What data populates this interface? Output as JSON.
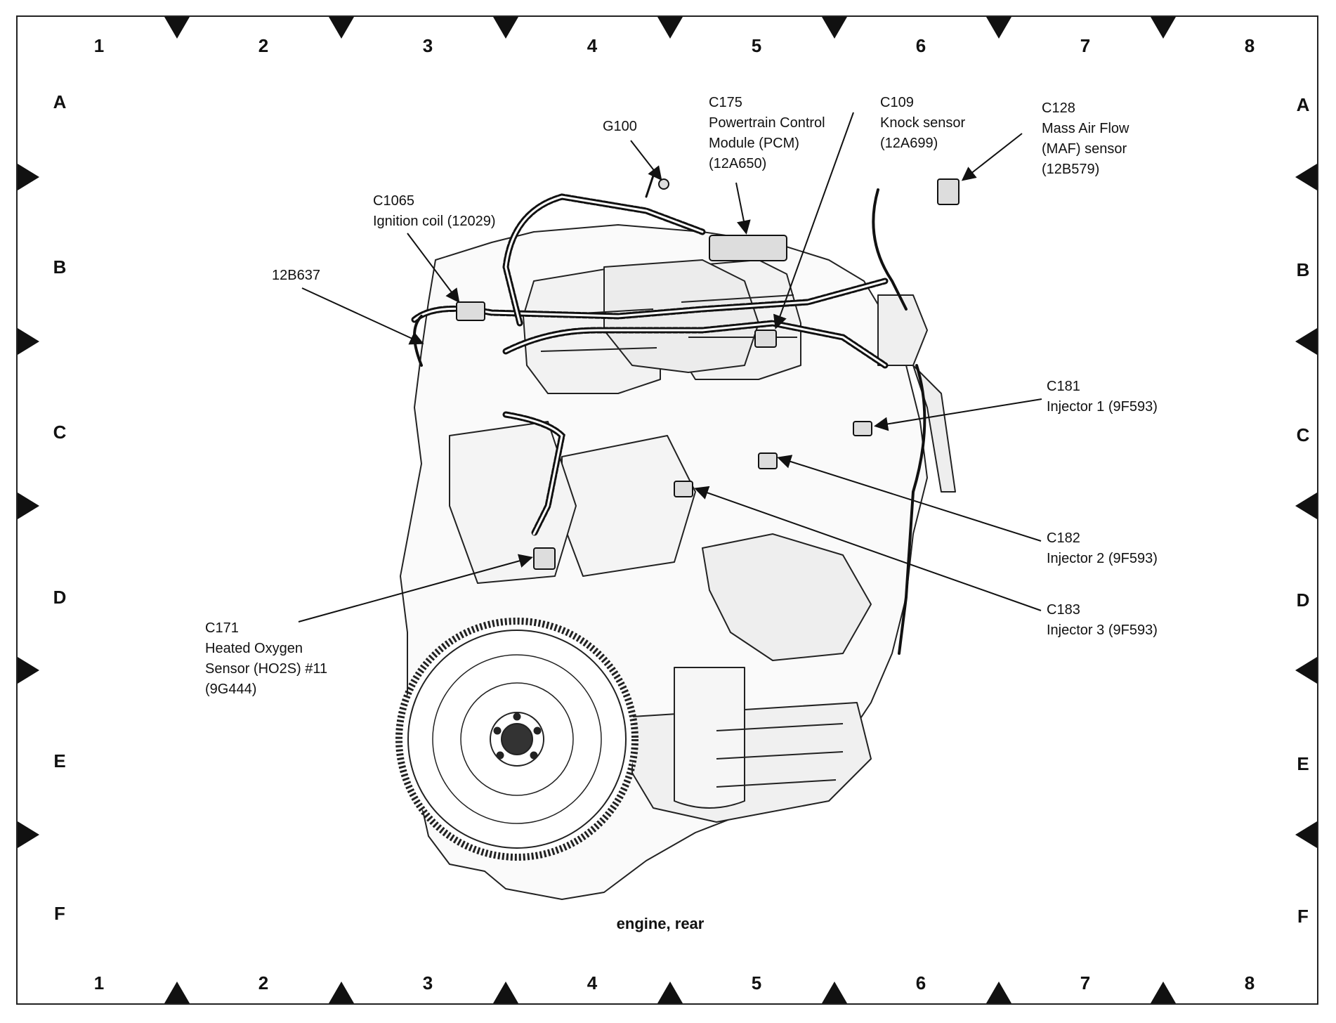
{
  "grid": {
    "columns": [
      "1",
      "2",
      "3",
      "4",
      "5",
      "6",
      "7",
      "8"
    ],
    "rows": [
      "A",
      "B",
      "C",
      "D",
      "E",
      "F"
    ]
  },
  "callouts": [
    {
      "id": "g100",
      "lines": [
        "G100"
      ]
    },
    {
      "id": "c175",
      "lines": [
        "C175",
        "Powertrain Control",
        "Module (PCM)",
        "(12A650)"
      ]
    },
    {
      "id": "c109",
      "lines": [
        "C109",
        "Knock sensor",
        "(12A699)"
      ]
    },
    {
      "id": "c128",
      "lines": [
        "C128",
        "Mass Air Flow",
        "(MAF) sensor",
        "(12B579)"
      ]
    },
    {
      "id": "c1065",
      "lines": [
        "C1065",
        "Ignition coil (12029)"
      ]
    },
    {
      "id": "12b637",
      "lines": [
        "12B637"
      ]
    },
    {
      "id": "c181",
      "lines": [
        "C181",
        "Injector 1 (9F593)"
      ]
    },
    {
      "id": "c182",
      "lines": [
        "C182",
        "Injector 2 (9F593)"
      ]
    },
    {
      "id": "c183",
      "lines": [
        "C183",
        "Injector 3 (9F593)"
      ]
    },
    {
      "id": "c171",
      "lines": [
        "C171",
        "Heated Oxygen",
        "Sensor (HO2S) #11",
        "(9G444)"
      ]
    }
  ],
  "caption": "engine, rear"
}
